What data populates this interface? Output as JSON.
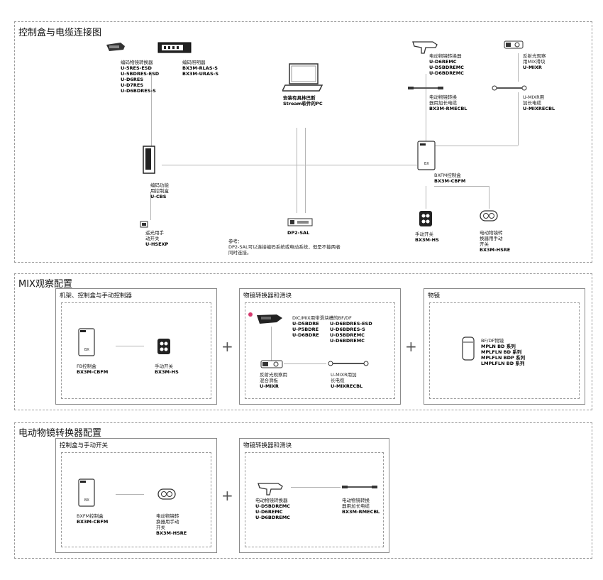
{
  "section1": {
    "title": "控制盒与电缆连接图",
    "enc_nosepiece": {
      "name": "编码物镜转换器",
      "m1": "U-5RES-ESD",
      "m2": "U-5BDRES-ESD",
      "m3": "U-D6RES",
      "m4": "U-D7RES",
      "m5": "U-D6BDRES-S"
    },
    "enc_illuminator": {
      "name": "编码照明器",
      "m1": "BX3M-RLAS-S",
      "m2": "BX3M-URAS-S"
    },
    "pc": {
      "line1": "安装有具林巴斯",
      "line2": "Stream软件的PC"
    },
    "motor_nosepiece": {
      "name": "电动物镜转换器",
      "m1": "U-D6REMC",
      "m2": "U-D5BDREMC",
      "m3": "U-D6BDREMC"
    },
    "mix_slider": {
      "line1": "反射光观察",
      "line2": "用MIX滑块",
      "model": "U-MIXR"
    },
    "ext_cable": {
      "line1": "电动物镜转换",
      "line2": "器用加长电缆",
      "model": "BX3M-RMECBL"
    },
    "mix_cable": {
      "line1": "U-MIXR用",
      "line2": "加长电缆",
      "model": "U-MIXRECBL"
    },
    "enc_control_box": {
      "line1": "编码功能",
      "line2": "用控制盒",
      "model": "U-CBS"
    },
    "bxfm_box": {
      "name": "BXFM控制盒",
      "model": "BX3M-CBFM"
    },
    "hand_switch_enc": {
      "line1": "遥光用手",
      "line2": "动开关",
      "model": "U-HSEXP"
    },
    "dp2sal": {
      "model": "DP2-SAL"
    },
    "note": {
      "line1": "参考：",
      "line2": "DP2-SAL可以连接编码系统或电动系统，但是不能两者",
      "line3": "同时连接。"
    },
    "hand_switch": {
      "name": "手动开关",
      "model": "BX3M-HS"
    },
    "hand_switch_motor": {
      "line1": "电动物镜转",
      "line2": "换器用手动",
      "line3": "开关",
      "model": "BX3M-HSRE"
    }
  },
  "section2": {
    "title": "MIX观察配置",
    "panel1": {
      "title": "机架、控制盒与手动控制器",
      "box": {
        "name": "FB控制盒",
        "model": "BX3M-CBFM"
      },
      "switch": {
        "name": "手动开关",
        "model": "BX3M-HS"
      }
    },
    "plus1": "+",
    "panel2": {
      "title": "物镜转换器和滑块",
      "desc": "DIC/MIX用带滑块槽的BF/DF",
      "m1": "U-D5BDRE",
      "m2": "U-P5BDRE",
      "m3": "U-D6BDRE",
      "m4": "U-D6BDRES-ESD",
      "m5": "U-D6BDRES-S",
      "m6": "U-D5BDREMC",
      "m7": "U-D6BDREMC",
      "slider": {
        "line1": "反射光观察用",
        "line2": "混合滑板",
        "model": "U-MIXR"
      },
      "cable": {
        "line1": "U-MIXR用加",
        "line2": "长电缆",
        "model": "U-MIXRECBL"
      }
    },
    "plus2": "+",
    "panel3": {
      "title": "物镜",
      "desc": "BF/DF物镜",
      "o1": "MPLN BD 系列",
      "o2": "MPLFLN BD 系列",
      "o3": "MPLFLN BDP 系列",
      "o4": "LMPLFLN BD 系列"
    }
  },
  "section3": {
    "title": "电动物镜转换器配置",
    "panel1": {
      "title": "控制盒与手动开关",
      "box": {
        "name": "BXFM控制盒",
        "model": "BX3M-CBFM"
      },
      "switch": {
        "line1": "电动物镜转",
        "line2": "换器用手动",
        "line3": "开关",
        "model": "BX3M-HSRE"
      }
    },
    "plus": "+",
    "panel2": {
      "title": "物镜转换器和滑块",
      "nosepiece": {
        "name": "电动物镜转换器",
        "m1": "U-D5BDREMC",
        "m2": "U-D6REMC",
        "m3": "U-D6BDREMC"
      },
      "cable": {
        "line1": "电动物镜转换",
        "line2": "器用加长电缆",
        "model": "BX3M-RMECBL"
      }
    }
  },
  "colors": {
    "accent_dot": "#d63a6e",
    "line": "#b5b5b5",
    "border": "#9a9a9a"
  }
}
